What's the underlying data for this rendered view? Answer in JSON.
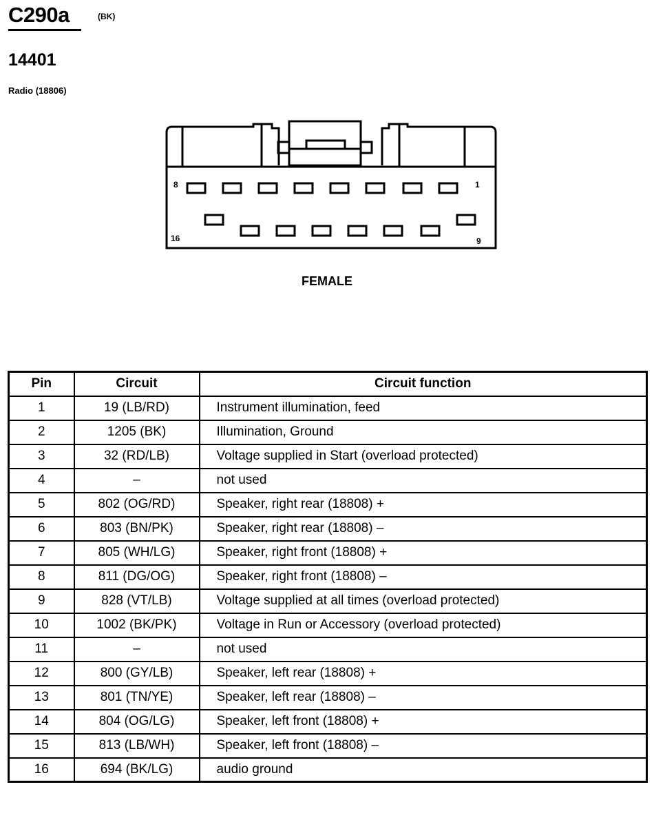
{
  "header": {
    "connector_id": "C290a",
    "connector_color": "(BK)",
    "part_number": "14401",
    "component": "Radio (18806)"
  },
  "diagram": {
    "top_row_left_label": "8",
    "top_row_right_label": "1",
    "bottom_row_left_label": "16",
    "bottom_row_right_label": "9",
    "gender": "FEMALE"
  },
  "table": {
    "headers": {
      "pin": "Pin",
      "circuit": "Circuit",
      "function": "Circuit function"
    },
    "rows": [
      {
        "pin": "1",
        "circuit": "19 (LB/RD)",
        "function": "Instrument illumination, feed"
      },
      {
        "pin": "2",
        "circuit": "1205 (BK)",
        "function": "Illumination, Ground"
      },
      {
        "pin": "3",
        "circuit": "32 (RD/LB)",
        "function": "Voltage supplied in Start (overload protected)"
      },
      {
        "pin": "4",
        "circuit": "–",
        "function": "not used"
      },
      {
        "pin": "5",
        "circuit": "802 (OG/RD)",
        "function": "Speaker, right rear (18808) +"
      },
      {
        "pin": "6",
        "circuit": "803 (BN/PK)",
        "function": "Speaker, right rear (18808) –"
      },
      {
        "pin": "7",
        "circuit": "805 (WH/LG)",
        "function": "Speaker, right front (18808) +"
      },
      {
        "pin": "8",
        "circuit": "811 (DG/OG)",
        "function": "Speaker, right front (18808) –"
      },
      {
        "pin": "9",
        "circuit": "828 (VT/LB)",
        "function": "Voltage supplied at all times (overload protected)"
      },
      {
        "pin": "10",
        "circuit": "1002 (BK/PK)",
        "function": "Voltage in Run or Accessory (overload protected)"
      },
      {
        "pin": "11",
        "circuit": "–",
        "function": "not used"
      },
      {
        "pin": "12",
        "circuit": "800 (GY/LB)",
        "function": "Speaker, left rear (18808) +"
      },
      {
        "pin": "13",
        "circuit": "801 (TN/YE)",
        "function": "Speaker, left rear (18808) –"
      },
      {
        "pin": "14",
        "circuit": "804 (OG/LG)",
        "function": "Speaker, left front (18808) +"
      },
      {
        "pin": "15",
        "circuit": "813 (LB/WH)",
        "function": "Speaker, left front (18808) –"
      },
      {
        "pin": "16",
        "circuit": "694 (BK/LG)",
        "function": "audio ground"
      }
    ]
  }
}
